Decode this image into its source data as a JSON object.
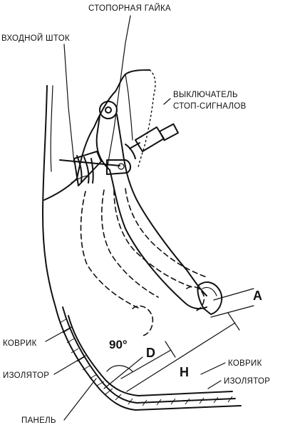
{
  "labels": {
    "lock_nut": "СТОПОРНАЯ ГАЙКА",
    "input_rod": "ВХОДНОЙ ШТОК",
    "brake_switch_line1": "ВЫКЛЮЧАТЕЛЬ",
    "brake_switch_line2": "СТОП-СИГНАЛОВ",
    "mat_left": "КОВРИК",
    "insulator_left": "ИЗОЛЯТОР",
    "panel": "ПАНЕЛЬ",
    "mat_right": "КОВРИК",
    "insulator_right": "ИЗОЛЯТОР",
    "angle": "90°",
    "dim_a": "A",
    "dim_d": "D",
    "dim_h": "H"
  }
}
